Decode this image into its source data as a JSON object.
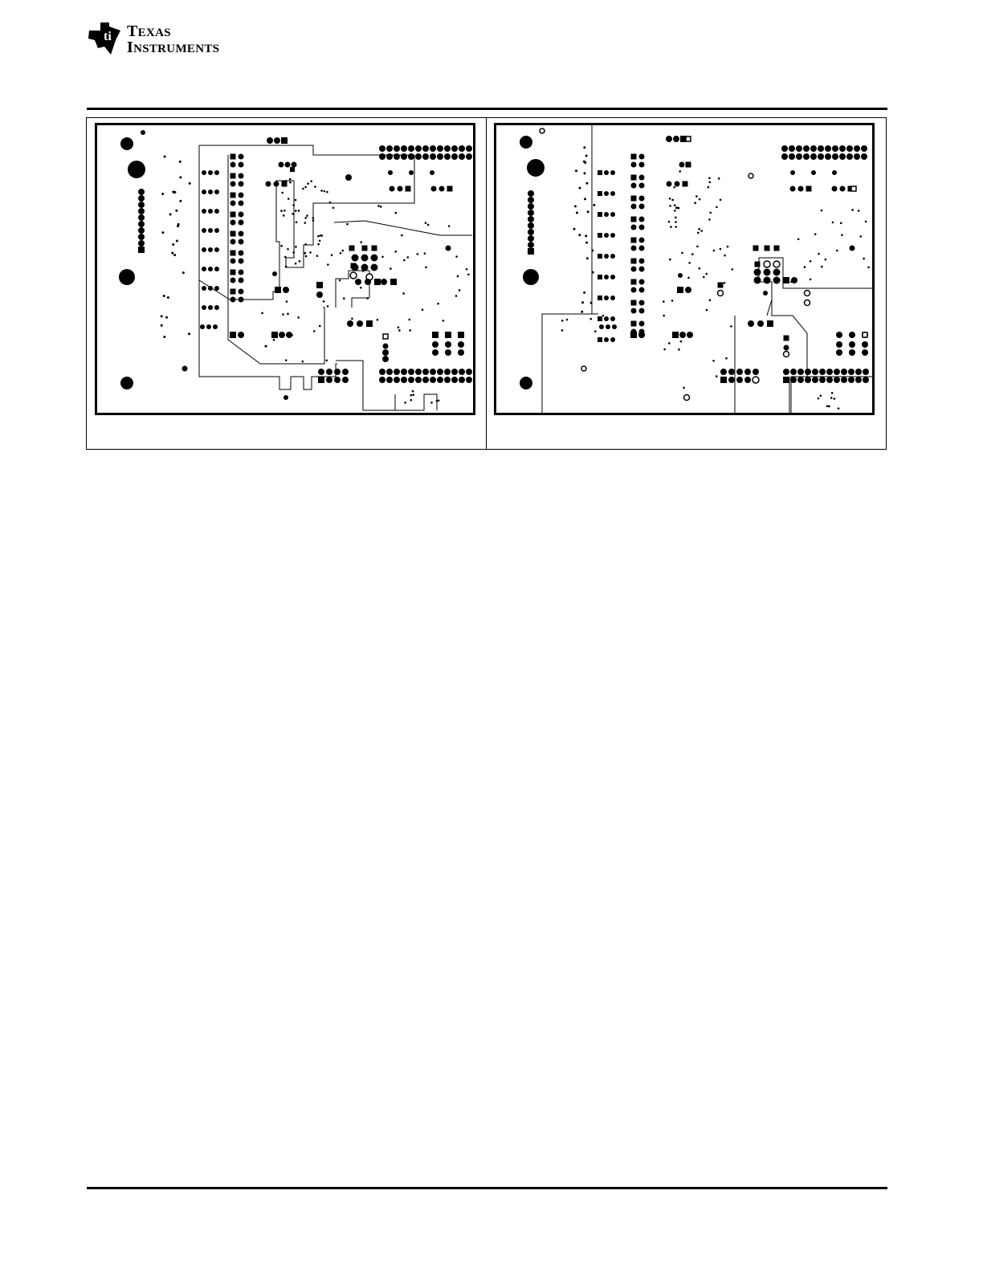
{
  "header": {
    "logo": {
      "line1": "Texas",
      "line2": "Instruments",
      "icon": "ti-logo-icon",
      "color": "#000000"
    }
  },
  "figure": {
    "left_panel": {
      "icon": "pcb-layout-top-layer"
    },
    "right_panel": {
      "icon": "pcb-layout-bottom-layer"
    }
  }
}
